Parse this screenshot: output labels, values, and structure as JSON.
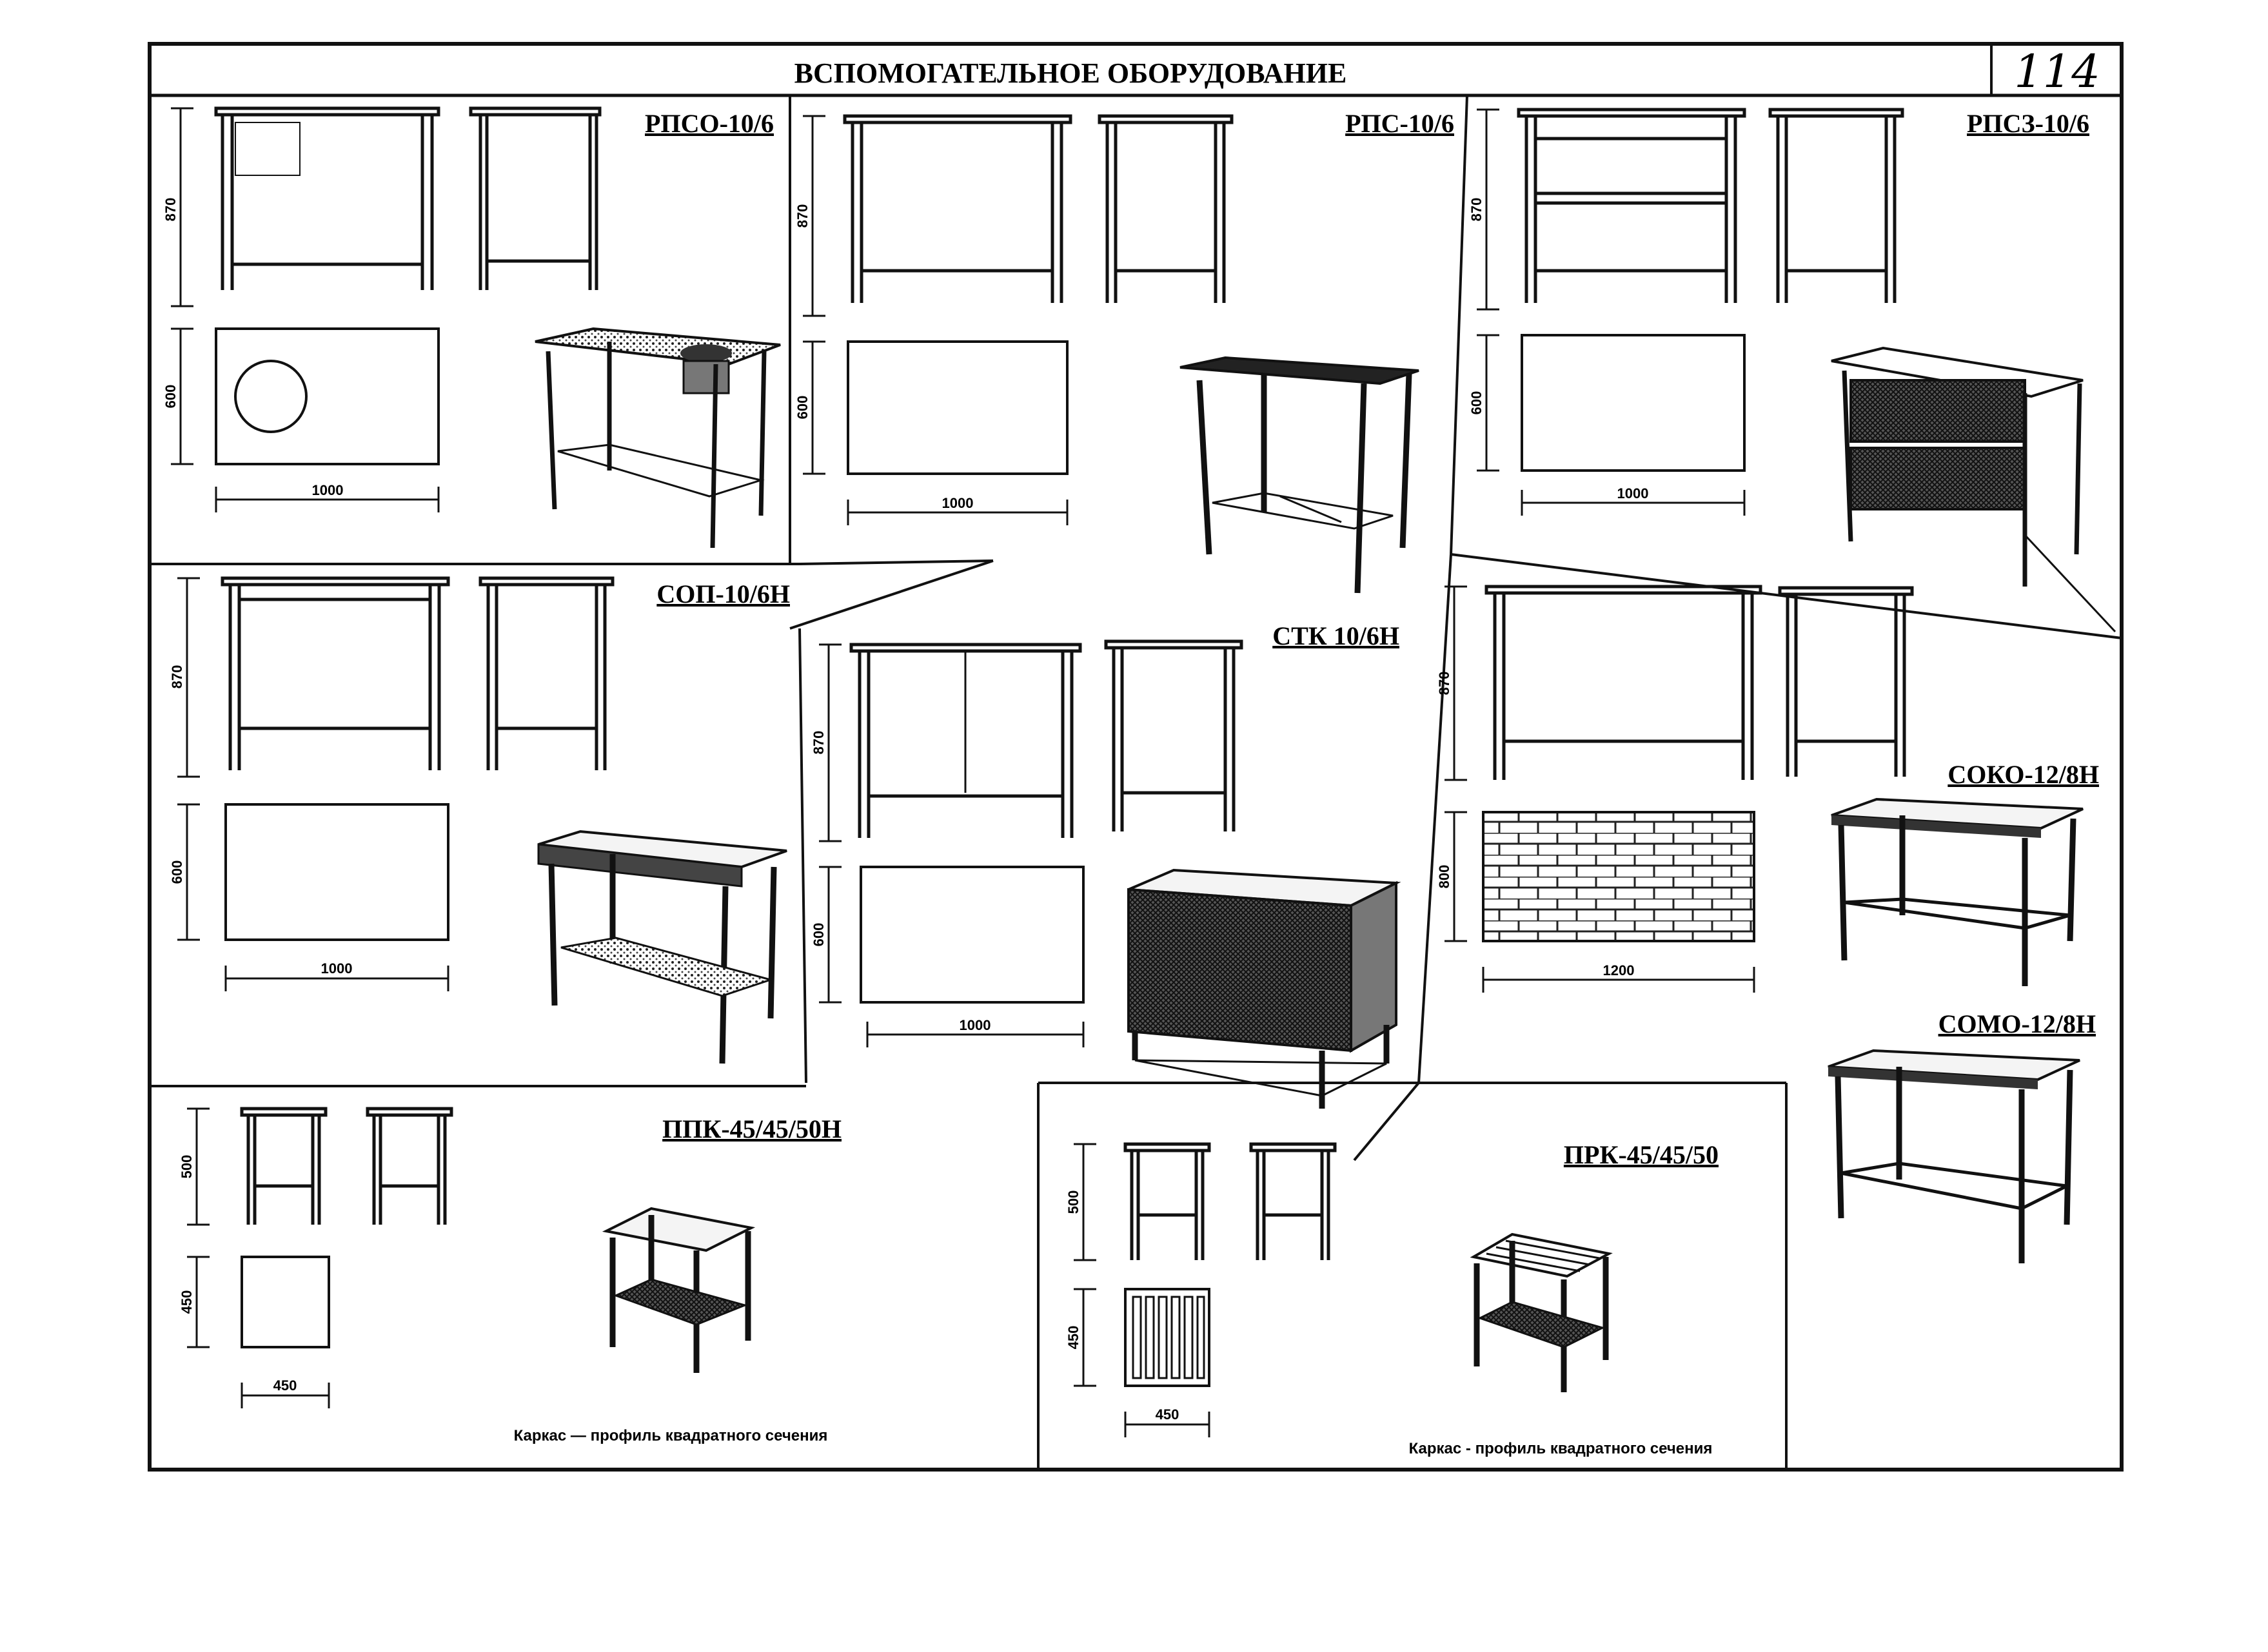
{
  "header": {
    "title": "ВСПОМОГАТЕЛЬНОЕ ОБОРУДОВАНИЕ",
    "page_number": "114"
  },
  "panels": {
    "rpso": {
      "name": "РПСО-10/6",
      "height": "870",
      "depth": "600",
      "width": "1000"
    },
    "rps": {
      "name": "РПС-10/6",
      "height": "870",
      "depth": "600",
      "width": "1000"
    },
    "rpsz": {
      "name": "РПСЗ-10/6",
      "height": "870",
      "depth": "600",
      "width": "1000"
    },
    "sop": {
      "name": "СОП-10/6Н",
      "height": "870",
      "depth": "600",
      "width": "1000"
    },
    "stk": {
      "name": "СТК 10/6Н",
      "height": "870",
      "depth": "600",
      "width": "1000"
    },
    "soko": {
      "name": "СОКО-12/8Н",
      "height": "870",
      "depth": "800",
      "width": "1200"
    },
    "somo": {
      "name": "СОМО-12/8Н"
    },
    "ppk": {
      "name": "ППК-45/45/50Н",
      "height": "500",
      "depth": "450",
      "width": "450",
      "note": "Каркас — профиль квадратного сечения"
    },
    "prk": {
      "name": "ПРК-45/45/50",
      "height": "500",
      "depth": "450",
      "width": "450",
      "note": "Каркас - профиль квадратного сечения"
    }
  }
}
